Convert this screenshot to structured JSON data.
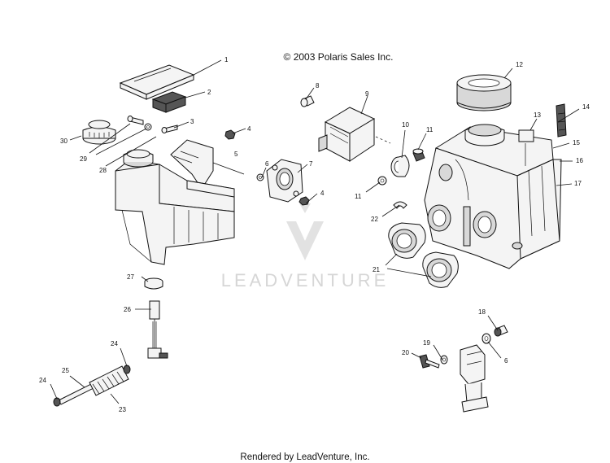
{
  "header": {
    "copyright": "© 2003 Polaris Sales Inc."
  },
  "footer": {
    "rendered_by": "Rendered by LeadVenture, Inc."
  },
  "watermark": {
    "text": "LEADVENTURE"
  },
  "callouts": [
    "1",
    "2",
    "3",
    "4",
    "5",
    "6",
    "7",
    "8",
    "9",
    "10",
    "11",
    "12",
    "13",
    "14",
    "15",
    "16",
    "17",
    "18",
    "19",
    "20",
    "21",
    "22",
    "23",
    "24",
    "25",
    "26",
    "27",
    "28",
    "29",
    "30"
  ],
  "extra_callouts": {
    "four_b": "4",
    "six_b": "6",
    "eleven_b": "11",
    "twentyfour_b": "24"
  }
}
